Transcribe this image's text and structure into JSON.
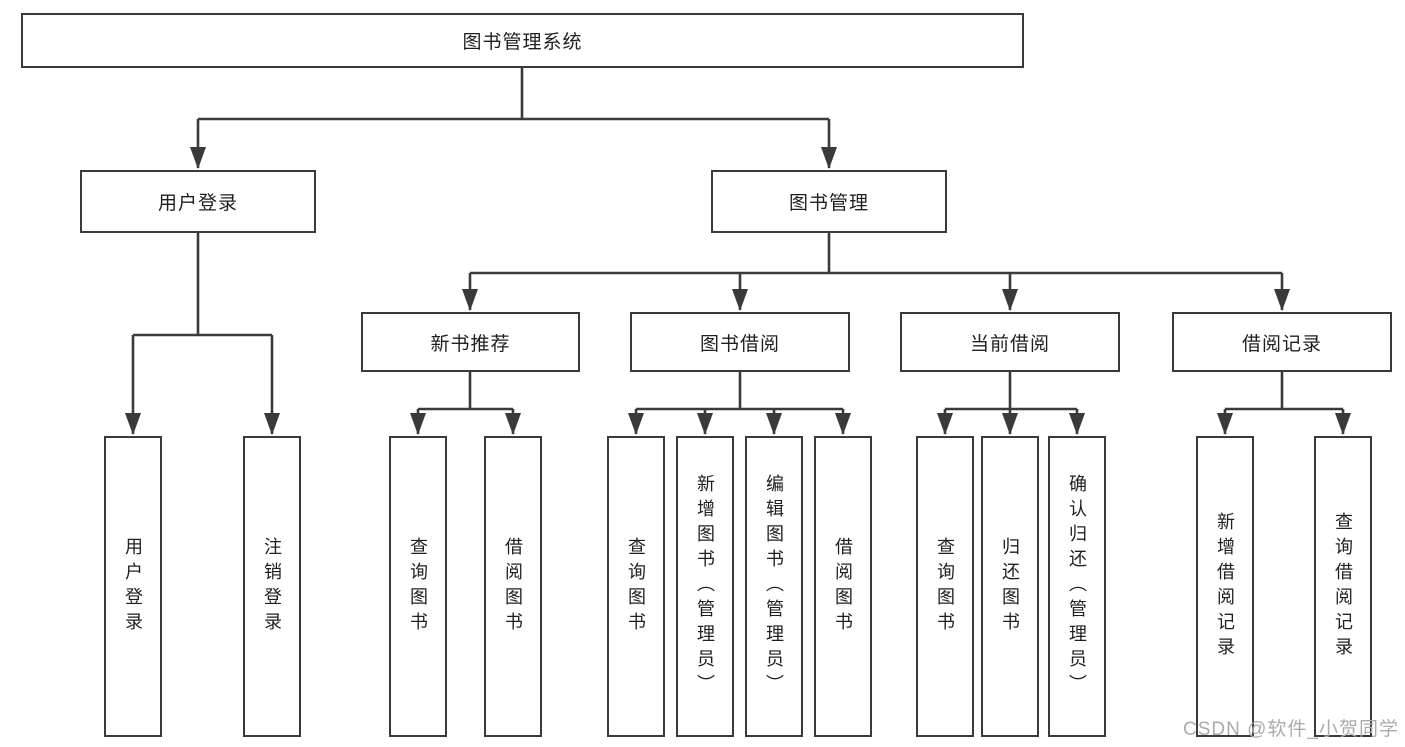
{
  "diagram": {
    "type": "hierarchy-tree",
    "colors": {
      "line": "#3a3a3a",
      "box_border": "#3a3a3a",
      "box_background": "#ffffff",
      "text": "#1f1f1f",
      "watermark_text": "#ababab"
    },
    "tree": {
      "root": "图书管理系统",
      "children": [
        {
          "label": "用户登录",
          "children": [
            "用户登录",
            "注销登录"
          ]
        },
        {
          "label": "图书管理",
          "children": [
            {
              "label": "新书推荐",
              "children": [
                "查询图书",
                "借阅图书"
              ]
            },
            {
              "label": "图书借阅",
              "children": [
                "查询图书",
                "新增图书（管理员）",
                "编辑图书（管理员）",
                "借阅图书"
              ]
            },
            {
              "label": "当前借阅",
              "children": [
                "查询图书",
                "归还图书",
                "确认归还（管理员）"
              ]
            },
            {
              "label": "借阅记录",
              "children": [
                "新增借阅记录",
                "查询借阅记录"
              ]
            }
          ]
        }
      ]
    },
    "watermark": "CSDN @软件_小贺同学"
  }
}
